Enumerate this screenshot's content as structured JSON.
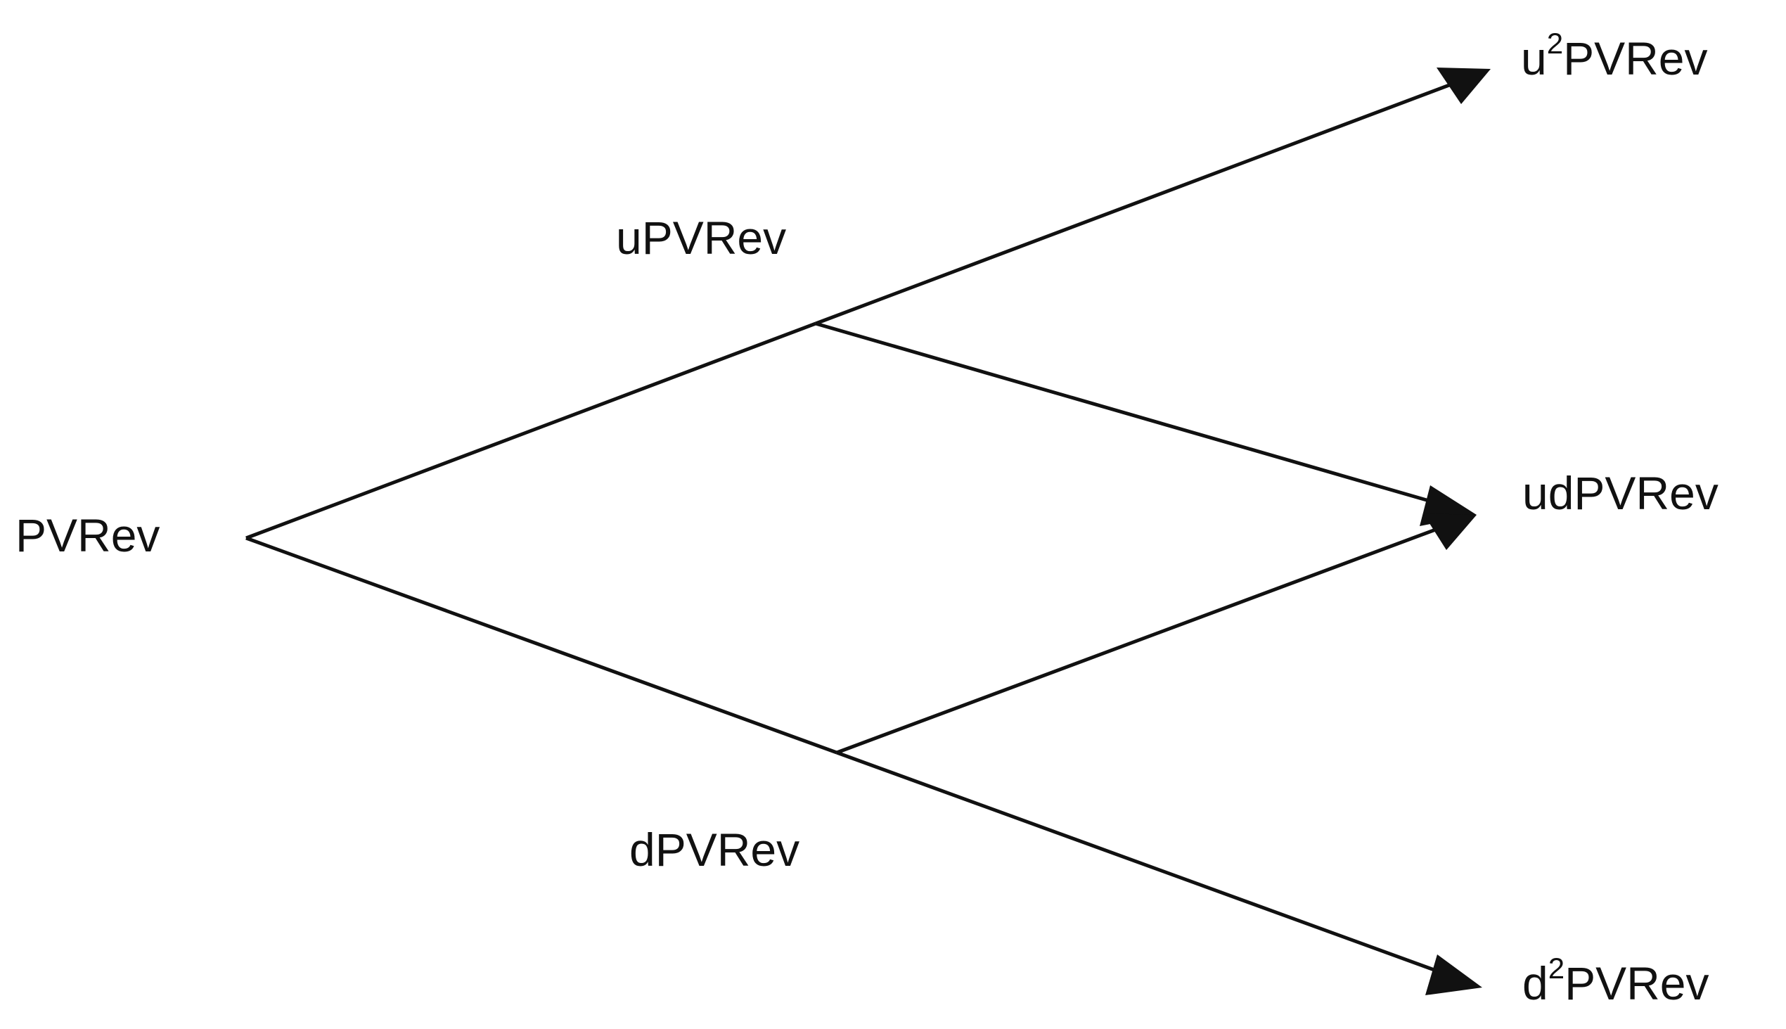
{
  "diagram": {
    "type": "binomial-tree",
    "nodes": {
      "root": {
        "label": "PVRev"
      },
      "up": {
        "label": "uPVRev"
      },
      "down": {
        "label": "dPVRev"
      },
      "upup": {
        "prefix": "u",
        "exponent": "2",
        "suffix": "PVRev"
      },
      "updown": {
        "label": "udPVRev"
      },
      "downdown": {
        "prefix": "d",
        "exponent": "2",
        "suffix": "PVRev"
      }
    },
    "edges": [
      {
        "from": "root",
        "to": "up",
        "arrow": false
      },
      {
        "from": "root",
        "to": "down",
        "arrow": false
      },
      {
        "from": "up",
        "to": "upup",
        "arrow": true
      },
      {
        "from": "up",
        "to": "updown",
        "arrow": true
      },
      {
        "from": "down",
        "to": "updown",
        "arrow": true
      },
      {
        "from": "down",
        "to": "downdown",
        "arrow": true
      }
    ]
  }
}
